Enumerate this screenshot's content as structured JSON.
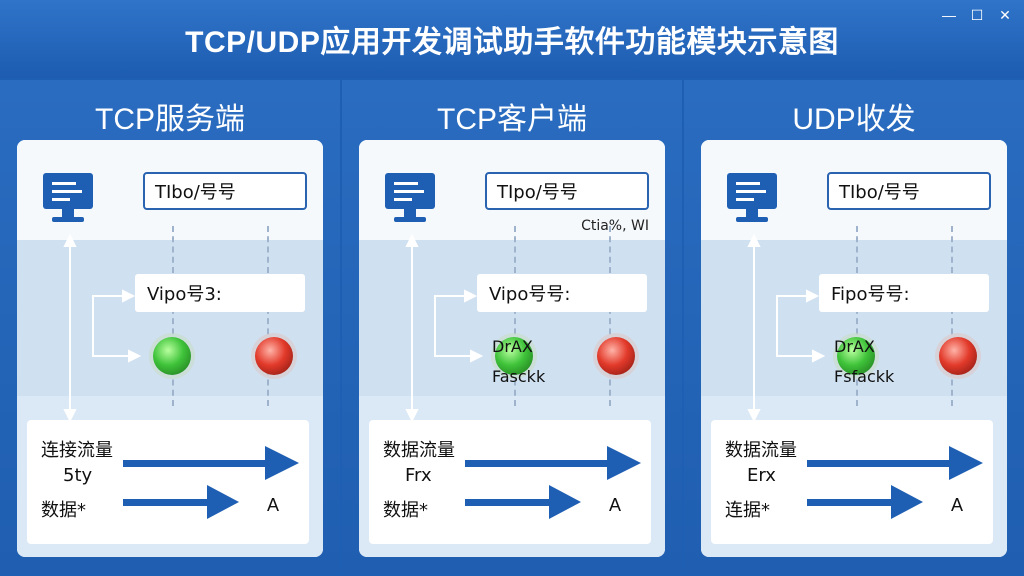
{
  "window": {
    "title": "TCP/UDP应用开发调试助手软件功能模块示意图",
    "controls": {
      "minimize": "—",
      "maximize": "☐",
      "close": "✕"
    }
  },
  "panels": [
    {
      "title": "TCP服务端",
      "field_top": "TIbo/号号",
      "extra": "",
      "field_mid": "Vipo号3:",
      "led_labels": [
        "",
        ""
      ],
      "data_lines": [
        "连接流量",
        "5ty",
        "数据*"
      ],
      "arrow_label": "A"
    },
    {
      "title": "TCP客户端",
      "field_top": "TIpo/号号",
      "extra": "Ctia%, WI",
      "field_mid": "Vipo号号:",
      "led_labels": [
        "DrAX",
        "Fasckk"
      ],
      "data_lines": [
        "数据流量",
        "Frx",
        "数据*"
      ],
      "arrow_label": "A"
    },
    {
      "title": "UDP收发",
      "field_top": "TIbo/号号",
      "extra": "",
      "field_mid": "Fipo号号:",
      "led_labels": [
        "DrAX",
        "Fsfackk"
      ],
      "data_lines": [
        "数据流量",
        "Erx",
        "连据*"
      ],
      "arrow_label": "A"
    }
  ],
  "colors": {
    "accent_blue": "#1f5fb3",
    "led_green": "#3fc33a",
    "led_red": "#e23a2a"
  },
  "icons": {
    "monitor": "monitor-icon"
  }
}
